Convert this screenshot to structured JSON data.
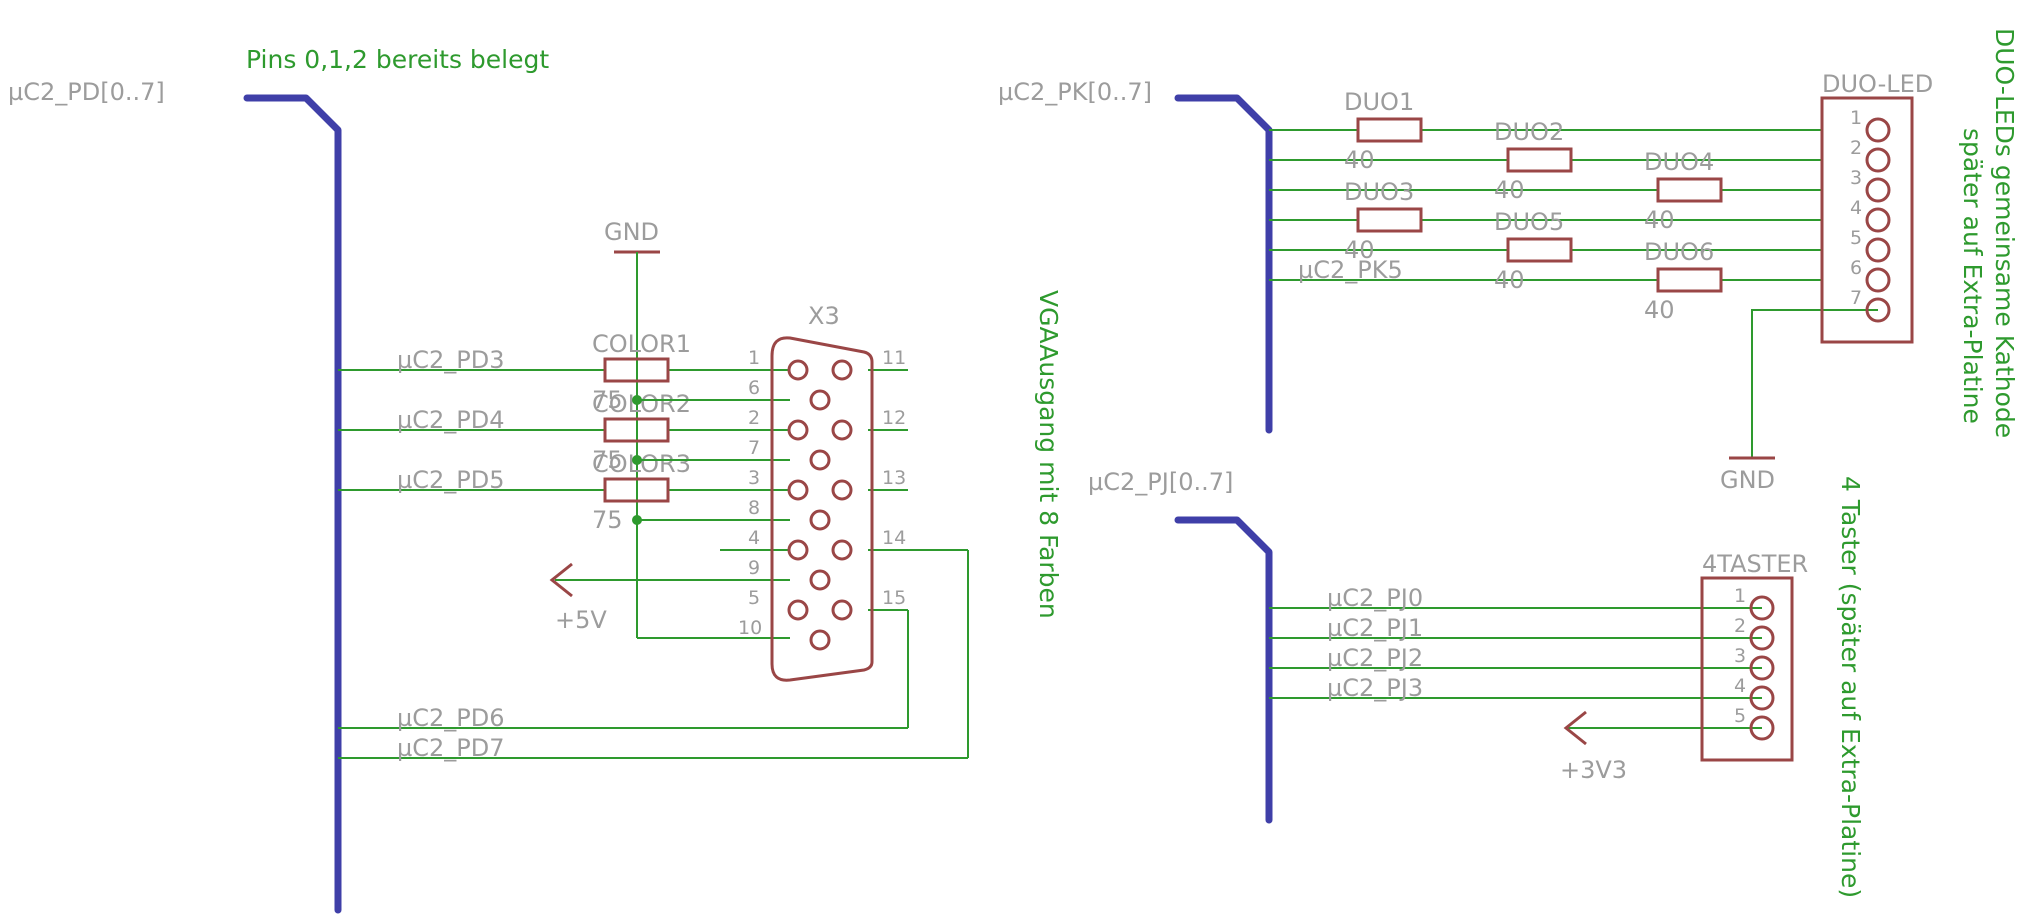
{
  "notes": {
    "pins_note": "Pins 0,1,2 bereits belegt",
    "vga_note": "VGAAusgang mit 8 Farben",
    "duo_note_1": "DUO-LEDs gemeinsame Kathode",
    "duo_note_2": "später auf Extra-Platine",
    "taster_note": "4 Taster (später auf Extra-Platine)"
  },
  "buses": {
    "pd": "µC2_PD[0..7]",
    "pk": "µC2_PK[0..7]",
    "pj": "µC2_PJ[0..7]"
  },
  "nets": {
    "pd3": "µC2_PD3",
    "pd4": "µC2_PD4",
    "pd5": "µC2_PD5",
    "pd6": "µC2_PD6",
    "pd7": "µC2_PD7",
    "pk5": "µC2_PK5",
    "pj0": "µC2_PJ0",
    "pj1": "µC2_PJ1",
    "pj2": "µC2_PJ2",
    "pj3": "µC2_PJ3"
  },
  "supplies": {
    "gnd_vga": "GND",
    "gnd_led": "GND",
    "vcc5": "+5V",
    "vcc33": "+3V3"
  },
  "resistors": {
    "color1": {
      "name": "COLOR1",
      "value": "75"
    },
    "color2": {
      "name": "COLOR2",
      "value": "75"
    },
    "color3": {
      "name": "COLOR3",
      "value": "75"
    },
    "duo1": {
      "name": "DUO1",
      "value": "40"
    },
    "duo2": {
      "name": "DUO2",
      "value": "40"
    },
    "duo3": {
      "name": "DUO3",
      "value": "40"
    },
    "duo4": {
      "name": "DUO4",
      "value": "40"
    },
    "duo5": {
      "name": "DUO5",
      "value": "40"
    },
    "duo6": {
      "name": "DUO6",
      "value": "40"
    }
  },
  "connectors": {
    "vga": {
      "name": "X3",
      "pins_left": [
        "1",
        "6",
        "2",
        "7",
        "3",
        "8",
        "4",
        "9",
        "5",
        "10"
      ],
      "pins_right": [
        "11",
        "12",
        "13",
        "14",
        "15"
      ]
    },
    "duo_led": {
      "name": "DUO-LED",
      "pins": [
        "1",
        "2",
        "3",
        "4",
        "5",
        "6",
        "7"
      ]
    },
    "taster": {
      "name": "4TASTER",
      "pins": [
        "1",
        "2",
        "3",
        "4",
        "5"
      ]
    }
  }
}
